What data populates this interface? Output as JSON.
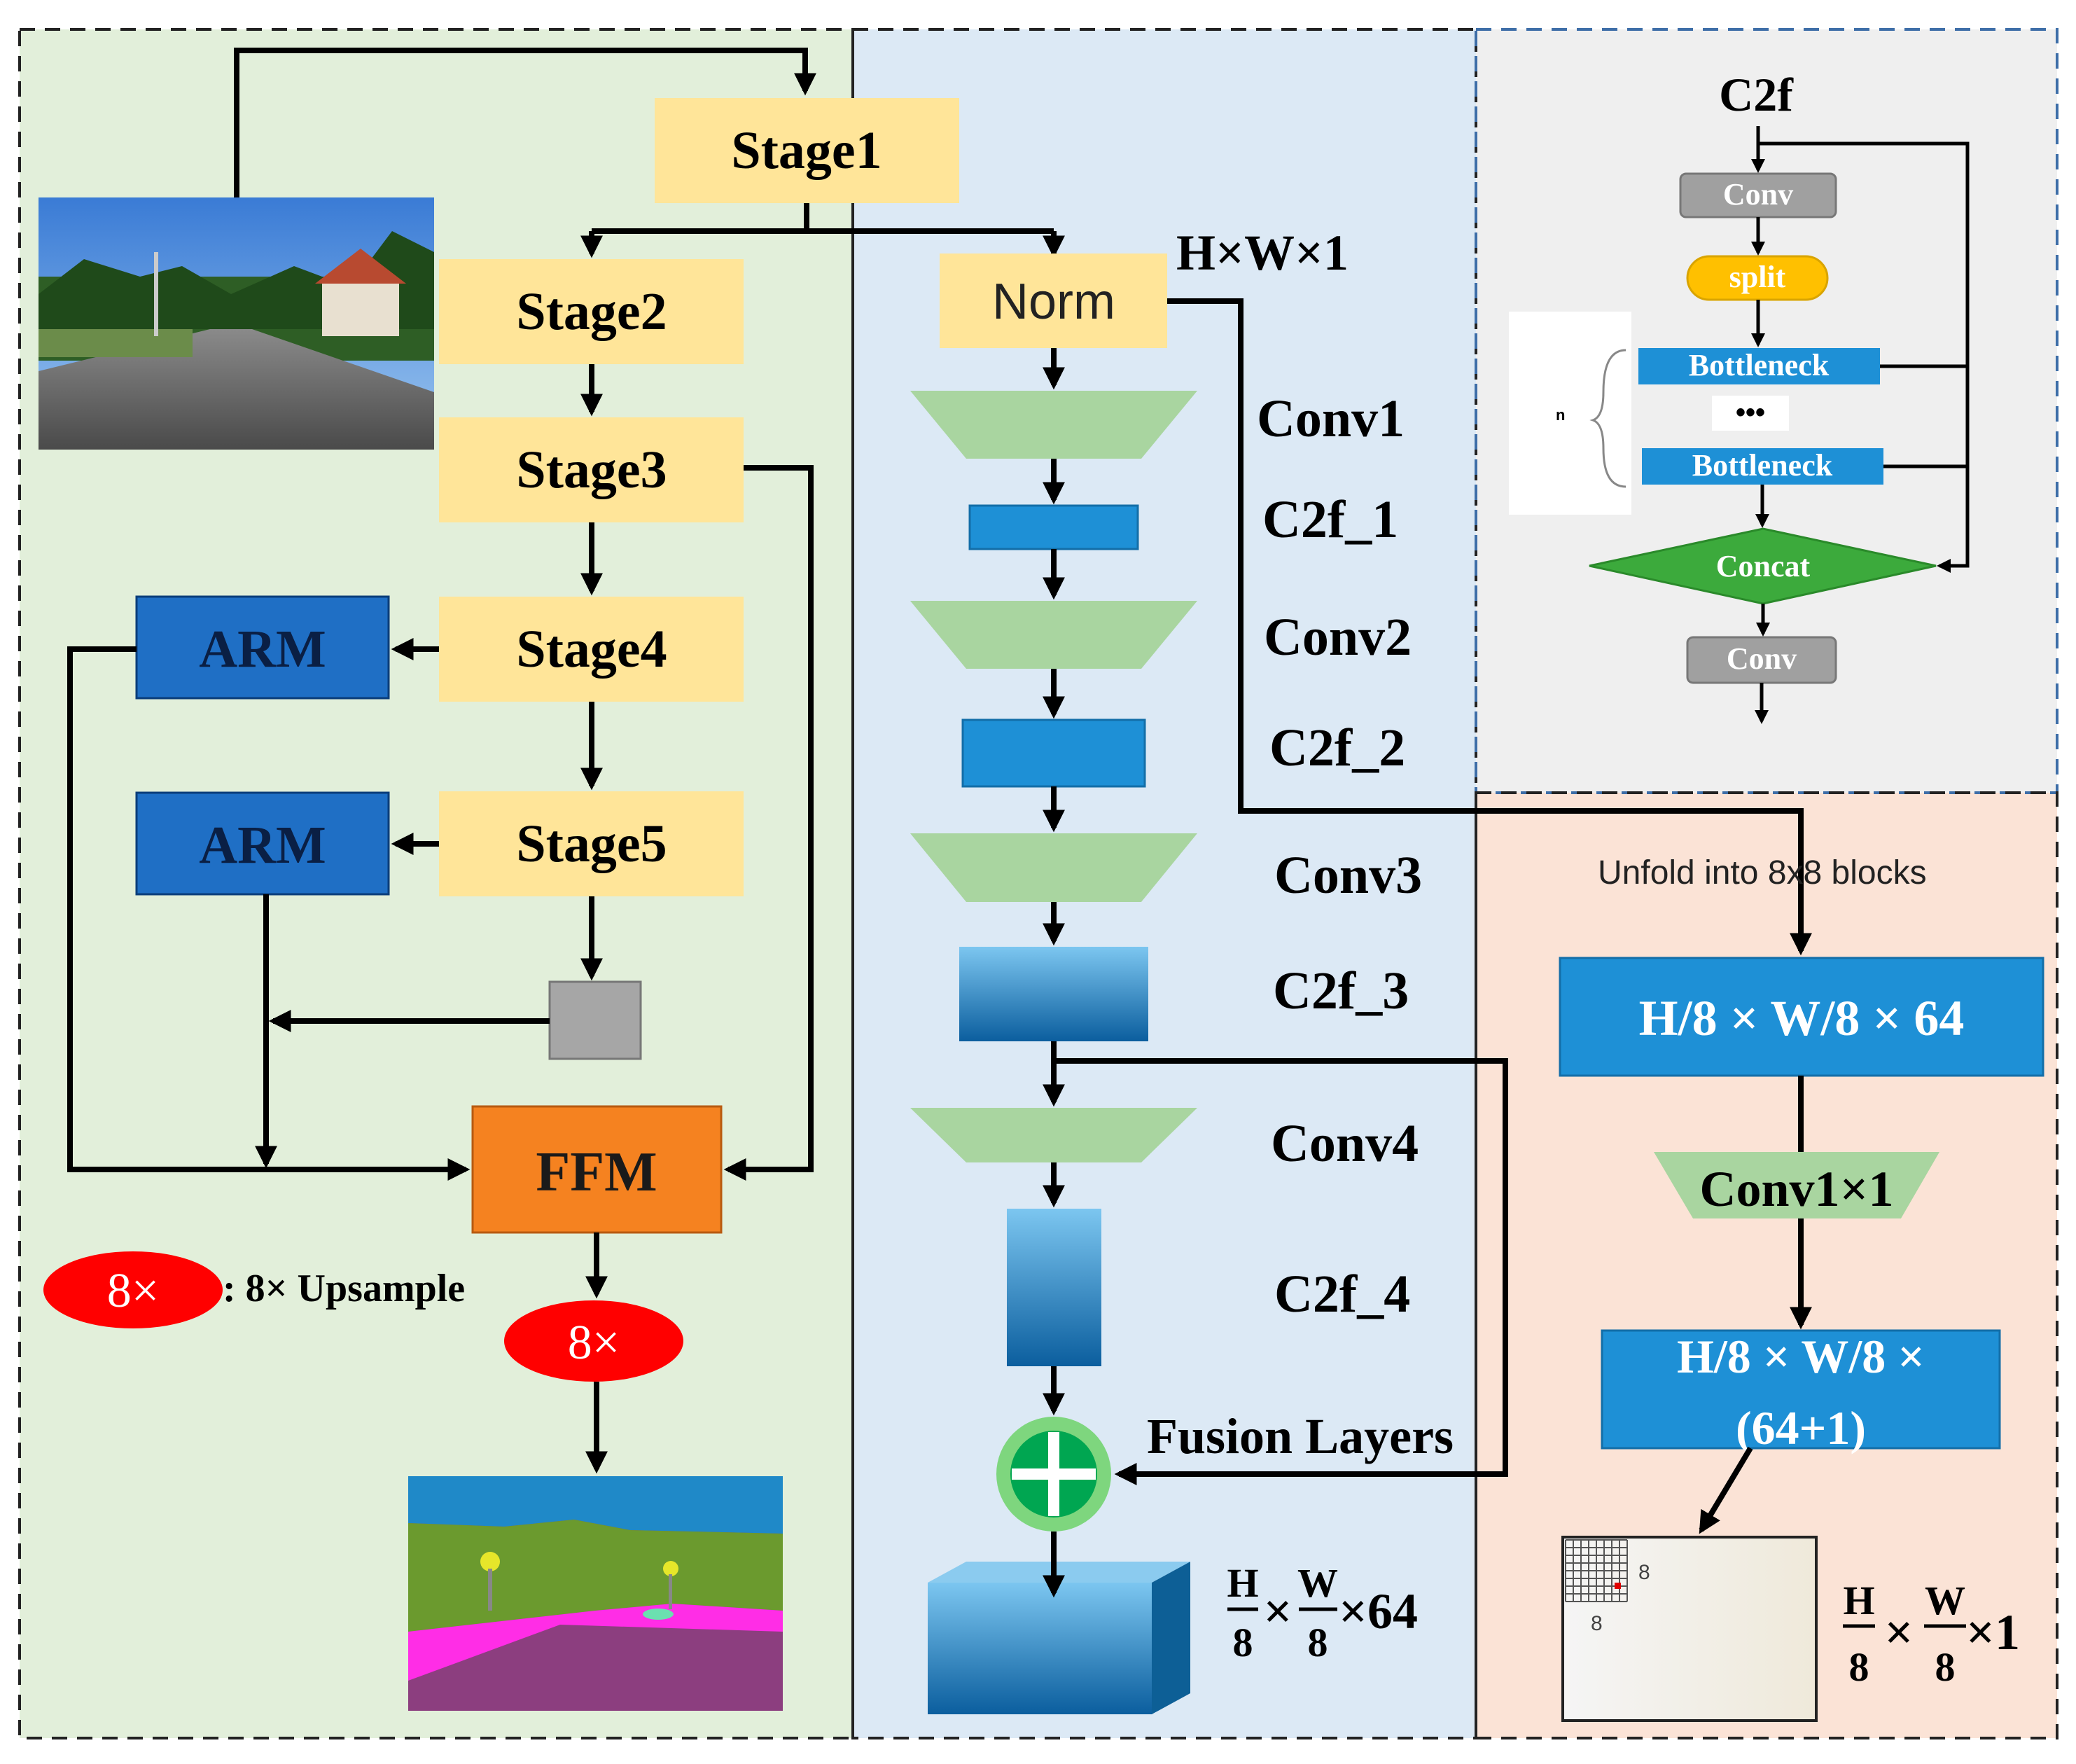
{
  "left_panel": {
    "stages": [
      "Stage1",
      "Stage2",
      "Stage3",
      "Stage4",
      "Stage5"
    ],
    "arm_label": "ARM",
    "ffm_label": "FFM",
    "upsample_badge": "8×",
    "upsample_legend": ": 8× Upsample"
  },
  "middle_panel": {
    "norm_label": "Norm",
    "norm_shape": "H×W×1",
    "layers": [
      "Conv1",
      "C2f_1",
      "Conv2",
      "C2f_2",
      "Conv3",
      "C2f_3",
      "Conv4",
      "C2f_4"
    ],
    "fusion_label": "Fusion Layers",
    "output_shape": {
      "h": "H",
      "w": "W",
      "den": "8",
      "tail": "×64",
      "times": "×"
    }
  },
  "c2f_panel": {
    "title": "C2f",
    "conv_label": "Conv",
    "split_label": "split",
    "bottleneck_label": "Bottleneck",
    "dots_label": "•••",
    "concat_label": "Concat",
    "n_label": "n"
  },
  "dct_panel": {
    "unfold_label": "Unfold into 8x8 blocks",
    "block_shape": "H/8 × W/8 × 64",
    "conv_label": "Conv1×1",
    "block_shape2_line1": "H/8 × W/8 ×",
    "block_shape2_line2": "(64+1)",
    "grid_label": "8",
    "output_shape": {
      "h": "H",
      "w": "W",
      "den": "8",
      "tail": "×1",
      "times": "×"
    }
  },
  "colors": {
    "stage_fill": "#FFE599",
    "arm_fill": "#1F6FC5",
    "ffm_fill": "#F58220",
    "upsample_fill": "#FF0000",
    "panel_green": "#E2EFDA",
    "panel_blue": "#DCE9F5",
    "panel_gray": "#EFEFEF",
    "panel_peach": "#FBE3D6",
    "conv_green": "#A9D5A0",
    "c2f_blue": "#1E90D6",
    "concat_green": "#3CAA3C"
  }
}
